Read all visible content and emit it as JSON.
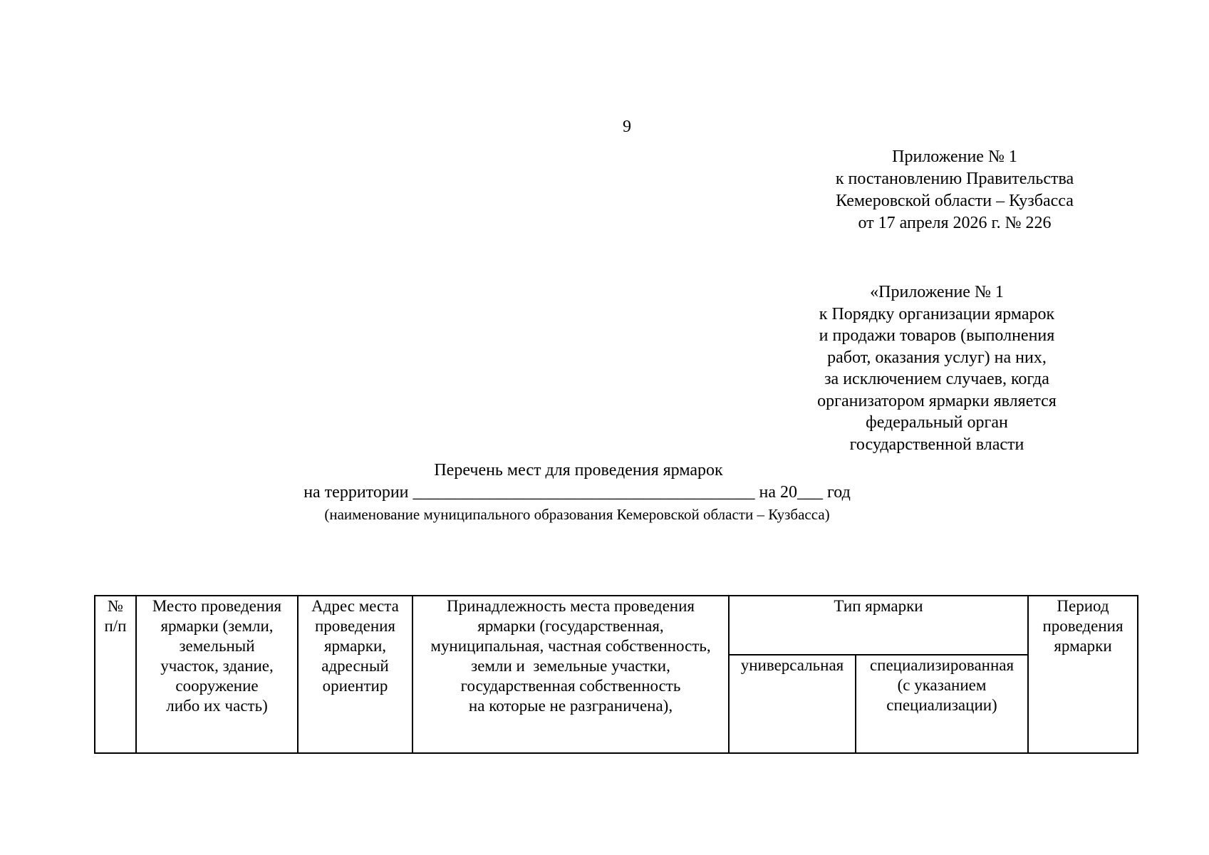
{
  "page_number": "9",
  "appendix_block": {
    "lines": [
      "Приложение № 1",
      "к постановлению Правительства",
      "Кемеровской области – Кузбасса",
      "от 17 апреля 2026 г. № 226"
    ]
  },
  "order_block": {
    "lines": [
      "«Приложение № 1",
      "к Порядку организации ярмарок",
      "и продажи товаров (выполнения",
      "работ, оказания услуг) на них,",
      "за исключением случаев, когда",
      "организатором ярмарки является",
      "федеральный орган",
      "государственной власти"
    ]
  },
  "title": "Перечень мест для проведения ярмарок",
  "territory_line": {
    "prefix": "на территории",
    "blank": "________________________________________",
    "year_prefix": "на 20",
    "year_blank": "___",
    "year_suffix": "год"
  },
  "territory_caption": "(наименование муниципального образования Кемеровской области – Кузбасса)",
  "table": {
    "headers": {
      "num": "№\nп/п",
      "place": "Место проведения\nярмарки (земли,\nземельный\nучасток, здание,\nсооружение\nлибо их часть)",
      "address": "Адрес места\nпроведения\nярмарки,\nадресный\nориентир",
      "ownership": "Принадлежность места проведения\nярмарки (государственная,\nмуниципальная, частная собственность,\nземли и  земельные участки,\nгосударственная собственность\nна которые не разграничена),",
      "fair_type_group": "Тип ярмарки",
      "fair_type_universal": "универсальная",
      "fair_type_specialized": "специализированная\n(с указанием\nспециализации)",
      "period": "Период\nпроведения\nярмарки"
    }
  }
}
